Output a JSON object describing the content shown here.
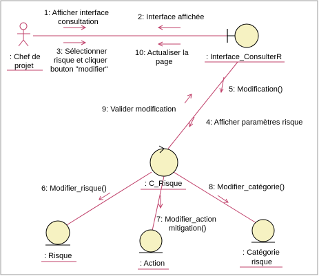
{
  "actor": {
    "name_line1": ": Chef de",
    "name_line2": "projet"
  },
  "boundary": {
    "name": ": Interface_ConsulterR"
  },
  "objects": {
    "controller": {
      "name": ": C_Risque"
    },
    "risque": {
      "name": ": Risque"
    },
    "action": {
      "name": ": Action"
    },
    "categorie": {
      "name_line1": ": Catégorie",
      "name_line2": "risque"
    }
  },
  "messages": {
    "m1": {
      "line1": "1: Afficher interface",
      "line2": "consultation"
    },
    "m2": {
      "line1": "2: Interface affichée"
    },
    "m3": {
      "line1": "3: Sélectionner",
      "line2": "risque et cliquer",
      "line3": "bouton \"modifier\""
    },
    "m10": {
      "line1": "10: Actualiser la",
      "line2": "page"
    },
    "m5": {
      "line1": "5: Modification()"
    },
    "m9": {
      "line1": "9: Valider modification"
    },
    "m4": {
      "line1": "4: Afficher paramètres risque"
    },
    "m6": {
      "line1": "6: Modifier_risque()"
    },
    "m7": {
      "line1": "7: Modifier_action",
      "line2": "mitigation()"
    },
    "m8": {
      "line1": "8: Modifier_catégorie()"
    }
  },
  "colors": {
    "link": "#c0406a",
    "object_fill": "#f6f2c2",
    "frame": "#9a9a9a"
  }
}
